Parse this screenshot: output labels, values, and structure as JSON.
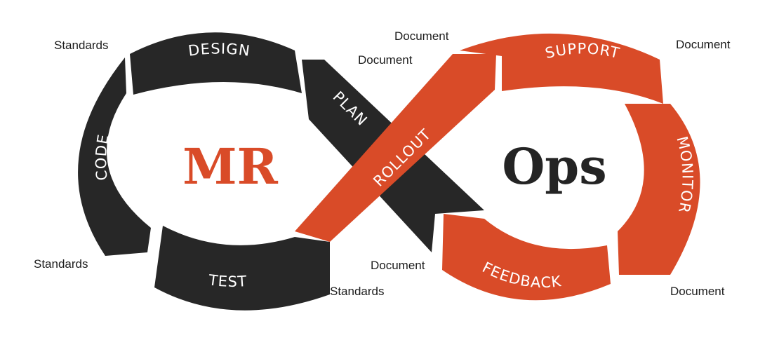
{
  "colors": {
    "dark": "#272727",
    "accent": "#d94b28",
    "dark_text": "#242424"
  },
  "center": {
    "left": "MR",
    "right": "Ops"
  },
  "segments": {
    "design": "DESIGN",
    "plan": "PLAN",
    "code": "CODE",
    "test": "TEST",
    "rollout": "ROLLOUT",
    "support": "SUPPORT",
    "monitor": "MONITOR",
    "feedback": "FEEDBACK"
  },
  "annotations": {
    "standards_top_left": "Standards",
    "standards_bottom_left": "Standards",
    "standards_bottom_center": "Standards",
    "document_top_center_upper": "Document",
    "document_top_center_lower": "Document",
    "document_top_right": "Document",
    "document_bottom_center": "Document",
    "document_bottom_right": "Document"
  }
}
